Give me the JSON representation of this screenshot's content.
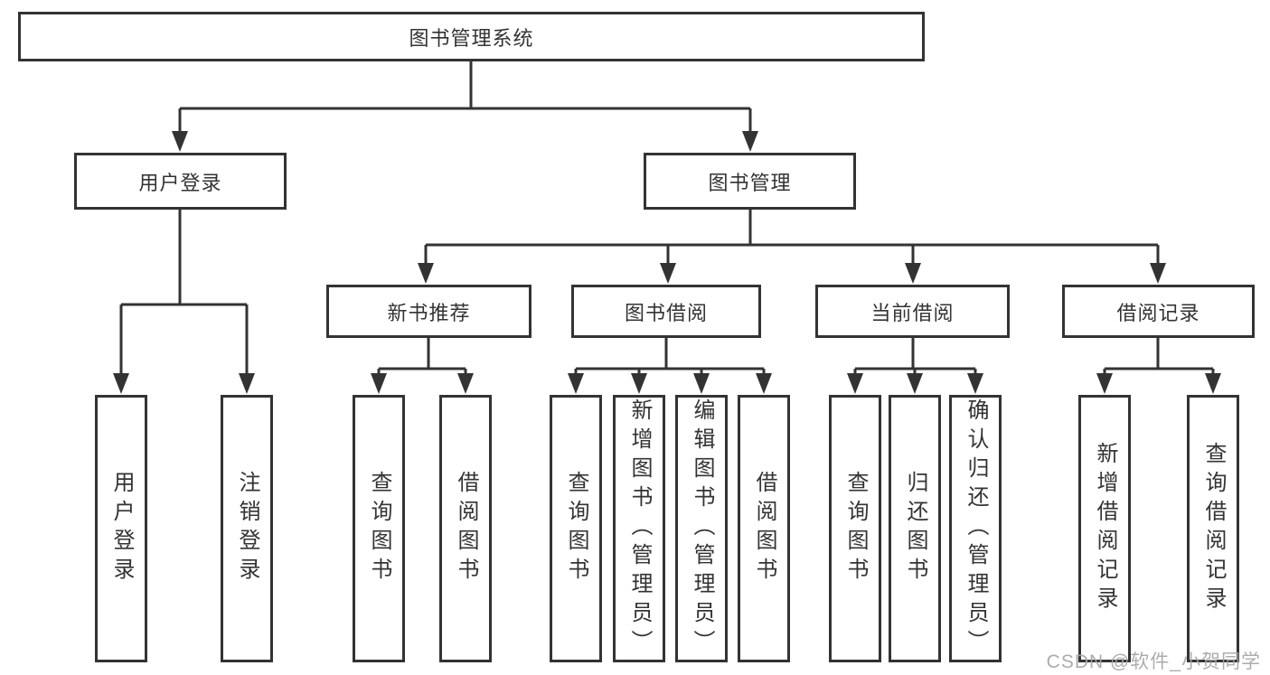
{
  "diagram": {
    "root": {
      "label": "图书管理系统"
    },
    "level2": {
      "user_login": {
        "label": "用户登录"
      },
      "book_mgmt": {
        "label": "图书管理"
      }
    },
    "level3": {
      "new_book": {
        "label": "新书推荐"
      },
      "book_borrow": {
        "label": "图书借阅"
      },
      "current_borrow": {
        "label": "当前借阅"
      },
      "borrow_record": {
        "label": "借阅记录"
      }
    },
    "leaves": {
      "user_login": [
        "用户登录",
        "注销登录"
      ],
      "new_book": [
        "查询图书",
        "借阅图书"
      ],
      "book_borrow": [
        "查询图书",
        "新增图书（管理员）",
        "编辑图书（管理员）",
        "借阅图书"
      ],
      "current_borrow": [
        "查询图书",
        "归还图书",
        "确认归还（管理员）"
      ],
      "borrow_record": [
        "新增借阅记录",
        "查询借阅记录"
      ]
    },
    "colors": {
      "line": "#333333",
      "text": "#333333",
      "watermark": "#a5a5a5"
    },
    "watermark": "CSDN @软件_小贺同学"
  }
}
